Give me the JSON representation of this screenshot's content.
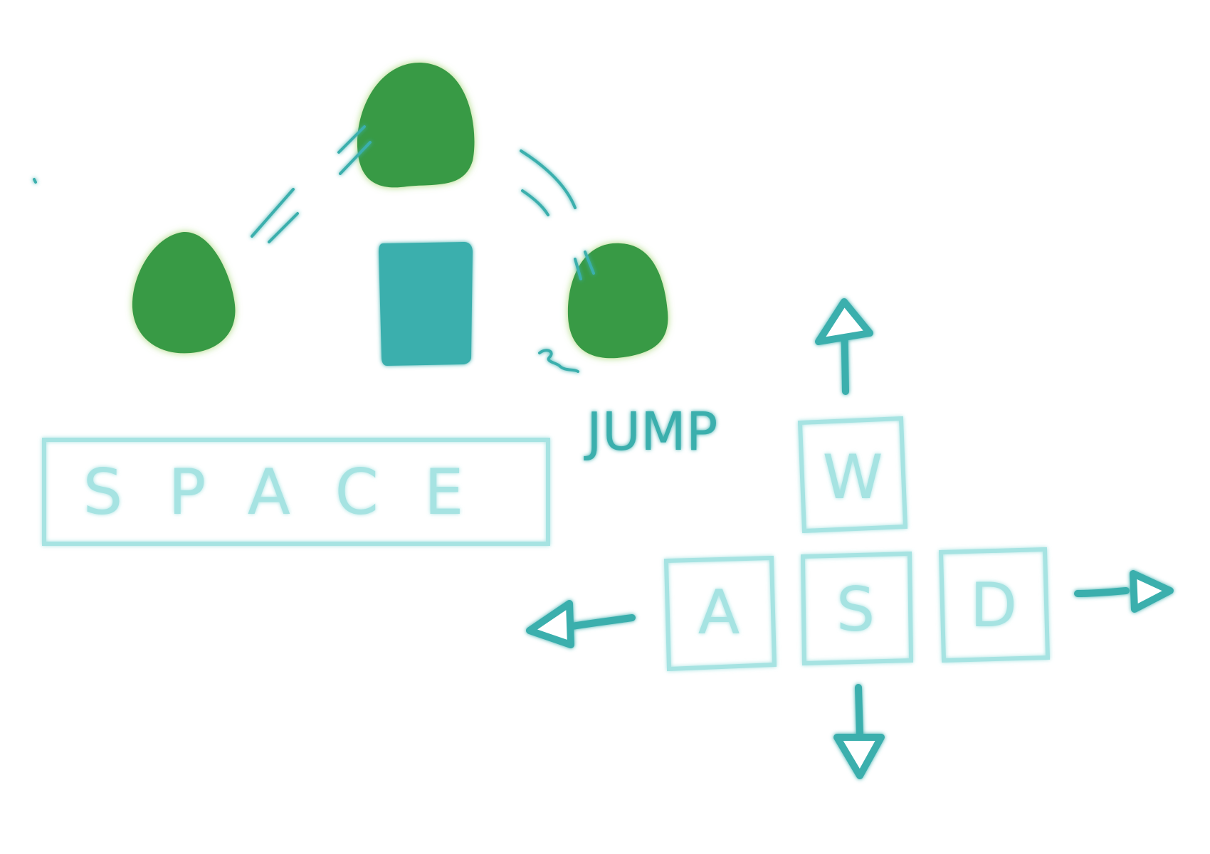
{
  "colors": {
    "background": "#ffffff",
    "blob": "#389a45",
    "blob_glow": "#9fd36c",
    "player": "#3aafad",
    "key_outline": "#a6e3e2",
    "key_text": "#a6e3e2",
    "arrow": "#3aafad",
    "jump_text": "#3aafad",
    "motion_marks": "#3aafad"
  },
  "space_key": {
    "label": "SPACE",
    "icon": "spacebar-key"
  },
  "jump": {
    "label": "JUMP"
  },
  "wasd": {
    "up": {
      "label": "W",
      "icon": "arrow-up-icon"
    },
    "left": {
      "label": "A",
      "icon": "arrow-left-icon"
    },
    "down": {
      "label": "S",
      "icon": "arrow-down-icon"
    },
    "right": {
      "label": "D",
      "icon": "arrow-right-icon"
    }
  },
  "jump_sequence": {
    "icons": [
      "blob-start",
      "blob-peak",
      "blob-land",
      "player-block"
    ]
  }
}
